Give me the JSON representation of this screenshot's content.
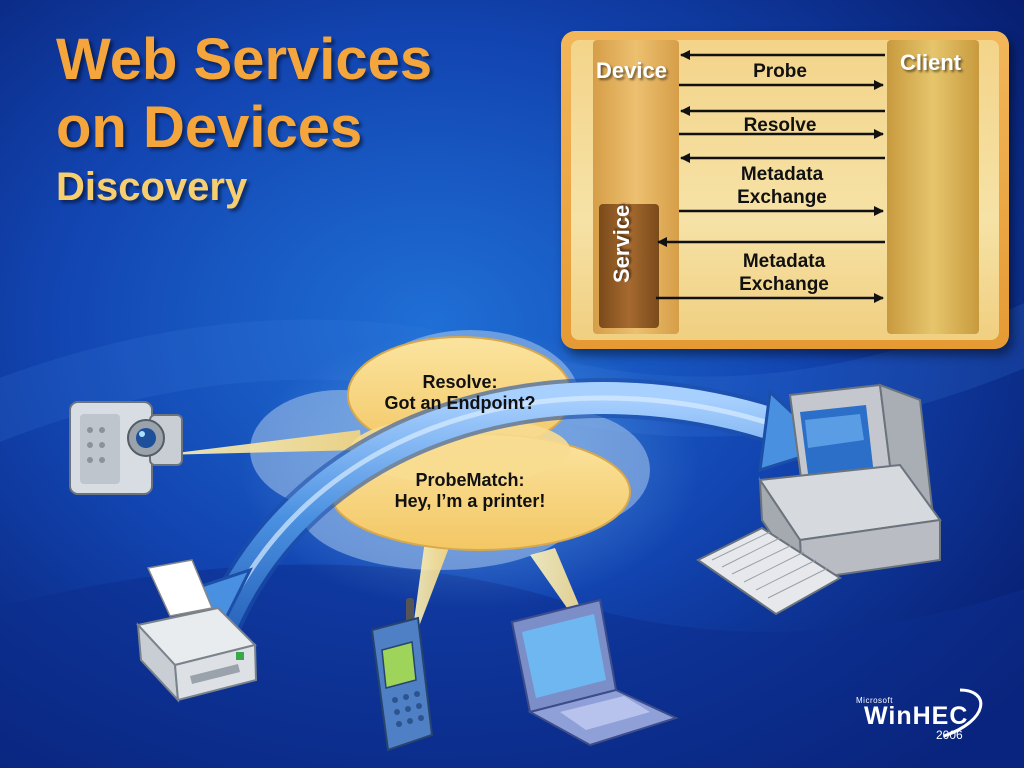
{
  "slide": {
    "title_line1": "Web Services",
    "title_line2": "on Devices",
    "subtitle": "Discovery"
  },
  "sequence_panel": {
    "device_label": "Device",
    "client_label": "Client",
    "service_label": "Service",
    "messages": [
      {
        "label": "Probe"
      },
      {
        "label": "Resolve"
      },
      {
        "label": "Metadata Exchange",
        "line1": "Metadata",
        "line2": "Exchange"
      },
      {
        "label": "Metadata Exchange",
        "line1": "Metadata",
        "line2": "Exchange"
      }
    ]
  },
  "bubbles": {
    "resolve_line1": "Resolve:",
    "resolve_line2": "Got an Endpoint?",
    "probematch_line1": "ProbeMatch:",
    "probematch_line2": "Hey, I’m a printer!"
  },
  "devices": [
    "camcorder-icon",
    "printer-icon",
    "mobile-phone-icon",
    "laptop-icon",
    "desktop-computer-icon"
  ],
  "logo": {
    "company": "Microsoft",
    "name": "WinHEC",
    "year": "2006"
  },
  "colors": {
    "title": "#f4a53c",
    "subtitle": "#f7cf6e",
    "background": "#0a2a8a",
    "panel": "#e69a34",
    "bubble": "#f7d57c",
    "arrow": "#4a90e0"
  }
}
